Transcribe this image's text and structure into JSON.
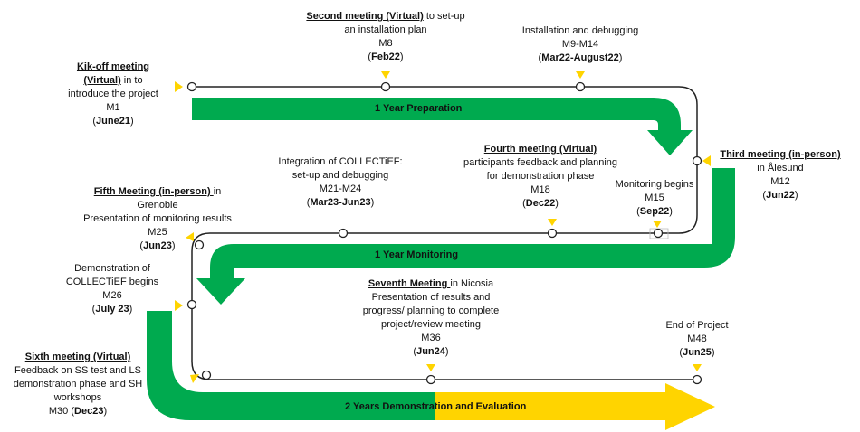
{
  "colors": {
    "green": "#00AA4F",
    "yellow": "#FFD400",
    "line": "#222222"
  },
  "phases": [
    {
      "label": "1 Year Preparation"
    },
    {
      "label": "1 Year Monitoring"
    },
    {
      "label": "2 Years Demonstration and Evaluation"
    }
  ],
  "milestones": {
    "kickoff": {
      "title": "Kik-off meeting",
      "title2": "(Virtual)",
      "text": " in to",
      "text2": "introduce  the  project",
      "month": "M1",
      "date": "June21"
    },
    "second": {
      "title": "Second meeting (Virtual)",
      "text": " to set-up",
      "text2": "an  installation  plan",
      "month": "M8",
      "date": "Feb22"
    },
    "install": {
      "text": "Installation  and  debugging",
      "month": "M9-M14",
      "date": "Mar22-August22"
    },
    "third": {
      "title": "Third meeting (in-person)",
      "text": "in Ålesund",
      "month": "M12",
      "date": "Jun22"
    },
    "fourth": {
      "title": "Fourth meeting (Virtual)",
      "text": "participants  feedback  and  planning",
      "text2": "for  demonstration  phase",
      "month": "M18",
      "date": "Dec22"
    },
    "monitoring": {
      "text": "Monitoring  begins",
      "month": "M15",
      "date": "Sep22"
    },
    "integration": {
      "text": "Integration  of COLLECTiEF:",
      "text2": "set-up and debugging",
      "month": "M21-M24",
      "date": "Mar23-Jun23"
    },
    "fifth": {
      "title": "Fifth Meeting (in-person) ",
      "text": "in",
      "text2": "Grenoble",
      "text3": "Presentation  of  monitoring  results",
      "month": "M25",
      "date": "Jun23"
    },
    "demo": {
      "text": "Demonstration  of",
      "text2": "COLLECTiEF begins",
      "month": "M26",
      "date": "July 23"
    },
    "sixth": {
      "title": "Sixth meeting (Virtual)",
      "text": "Feedback on SS test and LS",
      "text2": "demonstration  phase  and SH",
      "text3": "workshops",
      "month": "M30",
      "date": "Dec23"
    },
    "seventh": {
      "title": "Seventh Meeting ",
      "text": "in Nicosia",
      "text2": "Presentation  of results and",
      "text3": "progress/  planning  to complete",
      "text4": "project/review  meeting",
      "month": "M36",
      "date": "Jun24"
    },
    "end": {
      "text": "End  of Project",
      "month": "M48",
      "date": "Jun25"
    }
  }
}
